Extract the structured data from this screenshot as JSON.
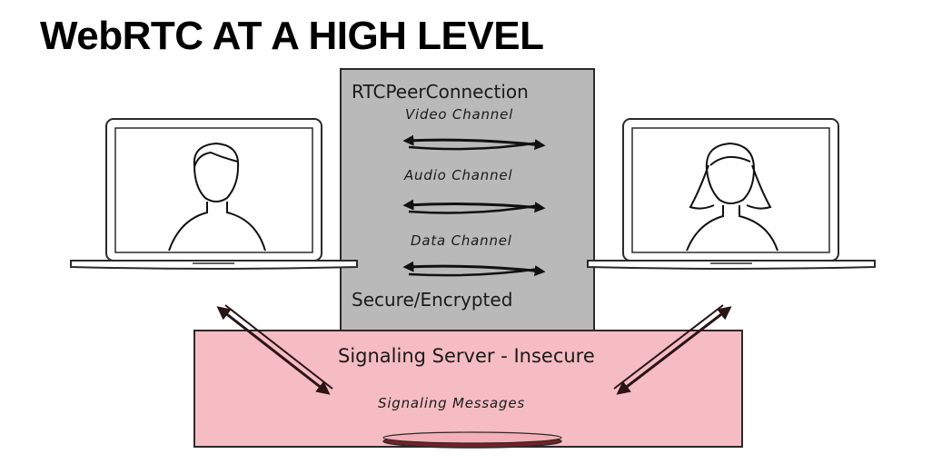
{
  "title": "WebRTC AT A HIGH LEVEL",
  "peer_connection": {
    "label": "RTCPeerConnection",
    "channels": [
      "Video Channel",
      "Audio Channel",
      "Data Channel"
    ],
    "security": "Secure/Encrypted"
  },
  "signaling": {
    "server_label": "Signaling Server - Insecure",
    "messages_label": "Signaling Messages"
  },
  "colors": {
    "peer_box_fill": "#b9b9b9",
    "signaling_fill": "#f6bcc3",
    "signaling_dark": "#7a1f24",
    "line": "#2a2a2a"
  }
}
